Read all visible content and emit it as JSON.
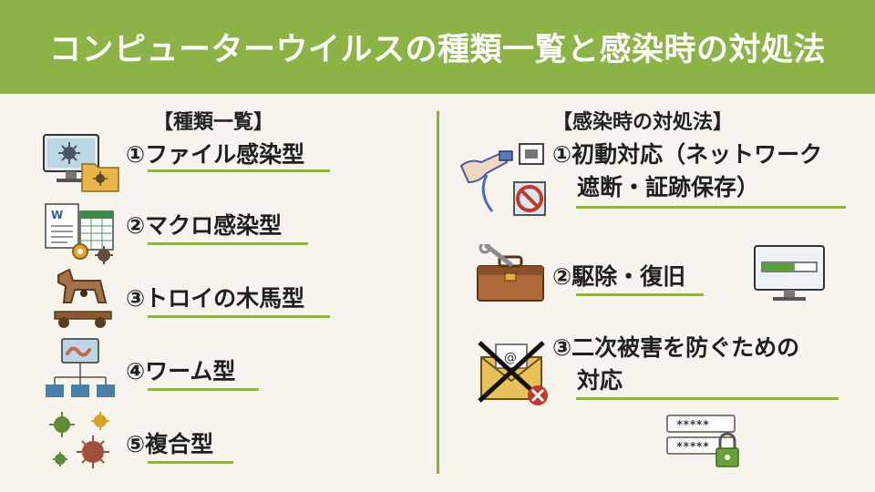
{
  "title": "コンピューターウイルスの種類一覧と感染時の対処法",
  "left": {
    "heading": "【種類一覧】",
    "items": [
      {
        "label": "①ファイル感染型",
        "icon": "monitor-virus-folder-icon"
      },
      {
        "label": "②マクロ感染型",
        "icon": "document-spreadsheet-gear-icon"
      },
      {
        "label": "③トロイの木馬型",
        "icon": "trojan-horse-icon"
      },
      {
        "label": "④ワーム型",
        "icon": "worm-network-icon"
      },
      {
        "label": "⑤複合型",
        "icon": "multiple-viruses-icon"
      }
    ]
  },
  "right": {
    "heading": "【感染時の対処法】",
    "items": [
      {
        "line1": "①初動対応（ネットワーク",
        "line2": "遮断・証跡保存）",
        "icon": "unplug-network-cable-icon"
      },
      {
        "line1": "②駆除・復旧",
        "icon": "toolbox-icon"
      },
      {
        "line1": "③二次被害を防ぐための",
        "line2": "対応",
        "icon": "blocked-email-icon"
      }
    ],
    "progress_fraction": 0.6,
    "password_mask": "*****"
  },
  "colors": {
    "accent": "#8bb345",
    "background": "#f6f4ec"
  }
}
